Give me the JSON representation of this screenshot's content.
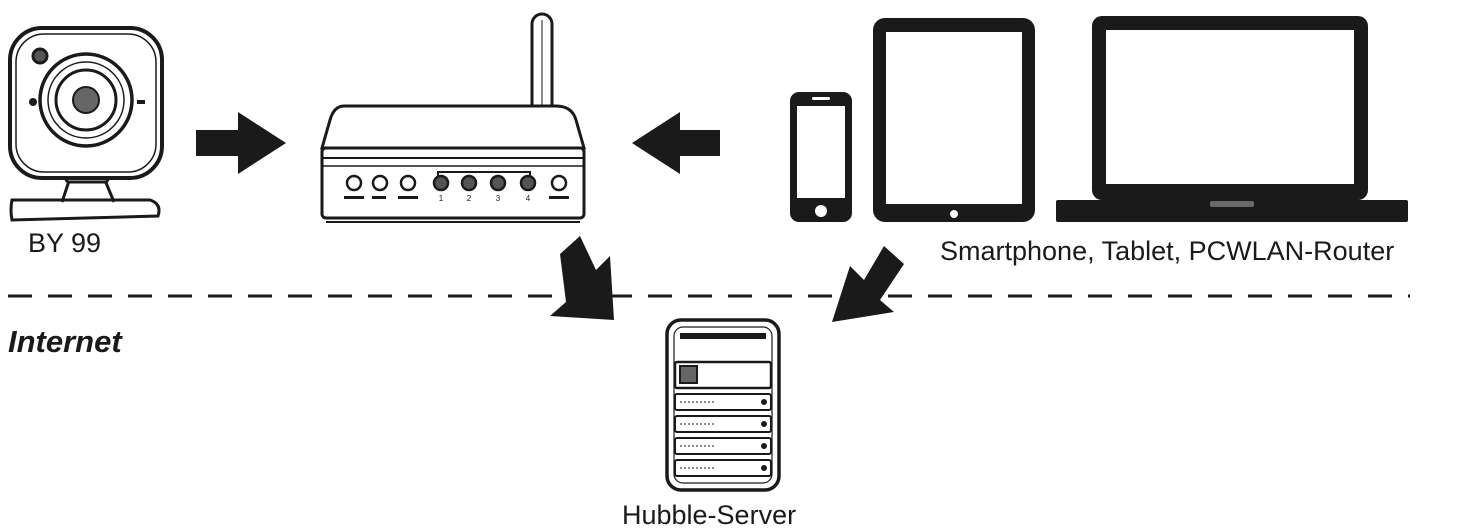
{
  "labels": {
    "camera": "BY 99",
    "devices": "Smartphone, Tablet, PCWLAN-Router",
    "zone": "Internet",
    "server": "Hubble-Server"
  },
  "router": {
    "port_numbers": [
      "1",
      "2",
      "3",
      "4"
    ]
  },
  "icons": {
    "camera": "webcam-icon",
    "router": "wifi-router-icon",
    "smartphone": "smartphone-icon",
    "tablet": "tablet-icon",
    "laptop": "laptop-icon",
    "server": "server-icon"
  },
  "colors": {
    "ink": "#1a1a1a",
    "background": "#ffffff"
  }
}
